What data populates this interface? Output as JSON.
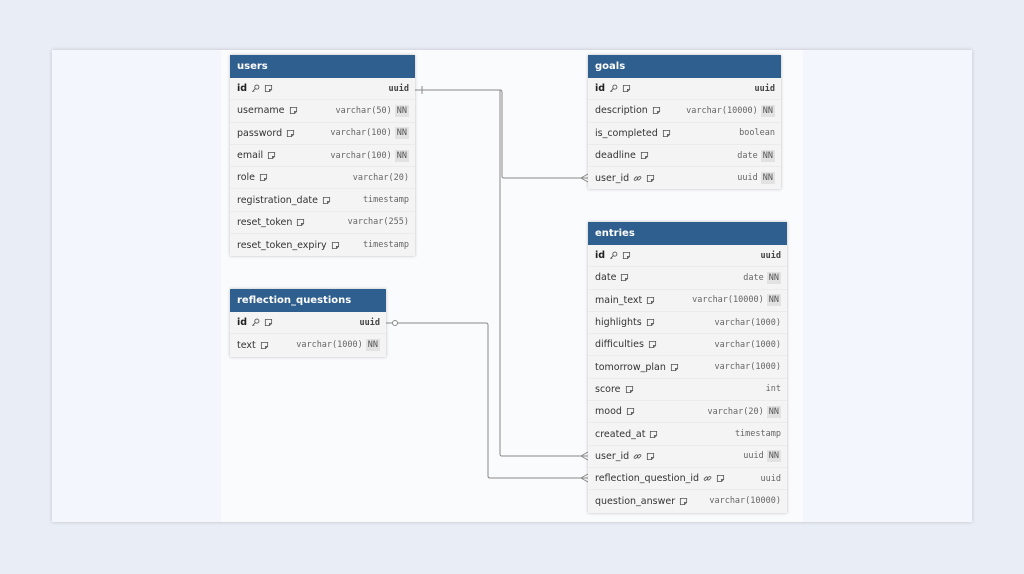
{
  "tables": {
    "users": {
      "title": "users",
      "fields": [
        {
          "name": "id",
          "type": "uuid",
          "pk": true,
          "fk": false,
          "nn": ""
        },
        {
          "name": "username",
          "type": "varchar(50)",
          "pk": false,
          "fk": false,
          "nn": "NN"
        },
        {
          "name": "password",
          "type": "varchar(100)",
          "pk": false,
          "fk": false,
          "nn": "NN"
        },
        {
          "name": "email",
          "type": "varchar(100)",
          "pk": false,
          "fk": false,
          "nn": "NN"
        },
        {
          "name": "role",
          "type": "varchar(20)",
          "pk": false,
          "fk": false,
          "nn": ""
        },
        {
          "name": "registration_date",
          "type": "timestamp",
          "pk": false,
          "fk": false,
          "nn": ""
        },
        {
          "name": "reset_token",
          "type": "varchar(255)",
          "pk": false,
          "fk": false,
          "nn": ""
        },
        {
          "name": "reset_token_expiry",
          "type": "timestamp",
          "pk": false,
          "fk": false,
          "nn": ""
        }
      ]
    },
    "goals": {
      "title": "goals",
      "fields": [
        {
          "name": "id",
          "type": "uuid",
          "pk": true,
          "fk": false,
          "nn": ""
        },
        {
          "name": "description",
          "type": "varchar(10000)",
          "pk": false,
          "fk": false,
          "nn": "NN"
        },
        {
          "name": "is_completed",
          "type": "boolean",
          "pk": false,
          "fk": false,
          "nn": ""
        },
        {
          "name": "deadline",
          "type": "date",
          "pk": false,
          "fk": false,
          "nn": "NN"
        },
        {
          "name": "user_id",
          "type": "uuid",
          "pk": false,
          "fk": true,
          "nn": "NN"
        }
      ]
    },
    "reflection_questions": {
      "title": "reflection_questions",
      "fields": [
        {
          "name": "id",
          "type": "uuid",
          "pk": true,
          "fk": false,
          "nn": ""
        },
        {
          "name": "text",
          "type": "varchar(1000)",
          "pk": false,
          "fk": false,
          "nn": "NN"
        }
      ]
    },
    "entries": {
      "title": "entries",
      "fields": [
        {
          "name": "id",
          "type": "uuid",
          "pk": true,
          "fk": false,
          "nn": ""
        },
        {
          "name": "date",
          "type": "date",
          "pk": false,
          "fk": false,
          "nn": "NN"
        },
        {
          "name": "main_text",
          "type": "varchar(10000)",
          "pk": false,
          "fk": false,
          "nn": "NN"
        },
        {
          "name": "highlights",
          "type": "varchar(1000)",
          "pk": false,
          "fk": false,
          "nn": ""
        },
        {
          "name": "difficulties",
          "type": "varchar(1000)",
          "pk": false,
          "fk": false,
          "nn": ""
        },
        {
          "name": "tomorrow_plan",
          "type": "varchar(1000)",
          "pk": false,
          "fk": false,
          "nn": ""
        },
        {
          "name": "score",
          "type": "int",
          "pk": false,
          "fk": false,
          "nn": ""
        },
        {
          "name": "mood",
          "type": "varchar(20)",
          "pk": false,
          "fk": false,
          "nn": "NN"
        },
        {
          "name": "created_at",
          "type": "timestamp",
          "pk": false,
          "fk": false,
          "nn": ""
        },
        {
          "name": "user_id",
          "type": "uuid",
          "pk": false,
          "fk": true,
          "nn": "NN"
        },
        {
          "name": "reflection_question_id",
          "type": "uuid",
          "pk": false,
          "fk": true,
          "nn": ""
        },
        {
          "name": "question_answer",
          "type": "varchar(10000)",
          "pk": false,
          "fk": false,
          "nn": ""
        }
      ]
    }
  },
  "relations": [
    {
      "from": "users.id",
      "to": "goals.user_id"
    },
    {
      "from": "users.id",
      "to": "entries.user_id"
    },
    {
      "from": "reflection_questions.id",
      "to": "entries.reflection_question_id"
    }
  ],
  "colors": {
    "header": "#2f5f8e",
    "line": "#8a8a8a"
  },
  "icons": {
    "pk": "key-icon",
    "fk": "link-icon",
    "note": "note-icon"
  }
}
